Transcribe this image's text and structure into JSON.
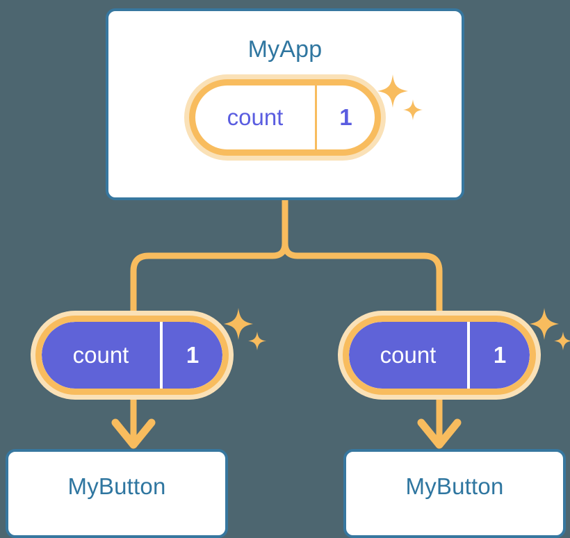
{
  "diagram": {
    "background_color": "#4d6670",
    "accent_orange": "#f8bc5e",
    "accent_orange_pale": "#fae1b7",
    "accent_blue": "#37779f",
    "accent_purple": "#5f63d8",
    "title_text_color": "#2f76a0"
  },
  "root": {
    "title": "MyApp",
    "state": {
      "key": "count",
      "value": "1"
    },
    "sparkle_name": "sparkle-icon"
  },
  "children": [
    {
      "state": {
        "key": "count",
        "value": "1"
      },
      "title": "MyButton",
      "sparkle_name": "sparkle-icon"
    },
    {
      "state": {
        "key": "count",
        "value": "1"
      },
      "title": "MyButton",
      "sparkle_name": "sparkle-icon"
    }
  ],
  "connectors": {
    "trunk_name": "state-trunk-connector",
    "branch_left_name": "state-branch-left",
    "branch_right_name": "state-branch-right",
    "arrow_left_name": "arrow-down-left",
    "arrow_right_name": "arrow-down-right"
  }
}
